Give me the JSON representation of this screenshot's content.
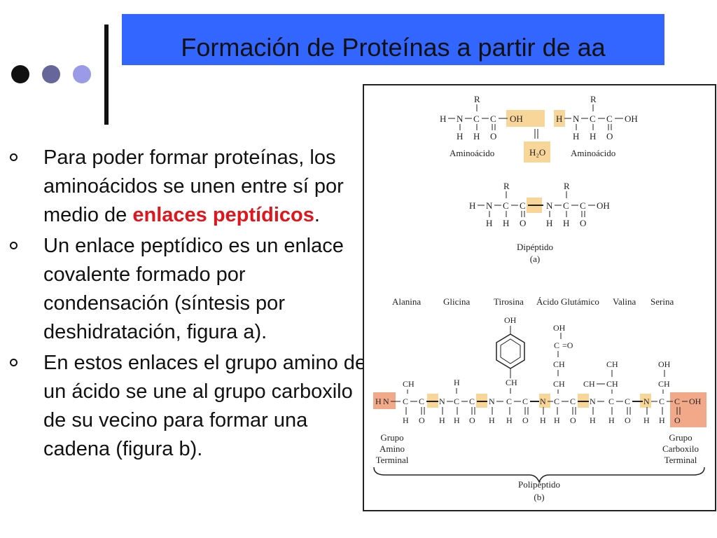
{
  "slide": {
    "title": "Formación de Proteínas a partir de aa",
    "bullets": [
      {
        "parts": [
          {
            "text": "Para poder formar proteínas, los aminoácidos se unen entre sí por medio de ",
            "highlight": false
          },
          {
            "text": "enlaces peptídicos",
            "highlight": true
          },
          {
            "text": ".",
            "highlight": false
          }
        ]
      },
      {
        "parts": [
          {
            "text": "Un enlace peptídico es un enlace covalente formado por condensación (síntesis por deshidratación, figura a).",
            "highlight": false
          }
        ]
      },
      {
        "parts": [
          {
            "text": "En estos enlaces el grupo amino de un ácido se une al grupo carboxilo de su vecino para formar una cadena (figura b).",
            "highlight": false
          }
        ]
      }
    ]
  },
  "figure": {
    "part_a": {
      "left_label": "Aminoácido",
      "right_label": "Aminoácido",
      "water": "H₂O",
      "dipeptide_label": "Dipéptido",
      "caption": "(a)"
    },
    "part_b": {
      "residues": [
        "Alanina",
        "Glicina",
        "Tirosina",
        "Ácido Glutámico",
        "Valina",
        "Serina"
      ],
      "amino_terminal": [
        "Grupo",
        "Amino",
        "Terminal"
      ],
      "carboxyl_terminal": [
        "Grupo",
        "Carboxilo",
        "Terminal"
      ],
      "polypeptide_label": "Polipéptido",
      "caption": "(b)"
    }
  },
  "colors": {
    "title_bar": "#3366ff",
    "highlight_text": "#e0161d",
    "peptide_bond": "#f8d69a",
    "terminal": "#f2a98a"
  }
}
